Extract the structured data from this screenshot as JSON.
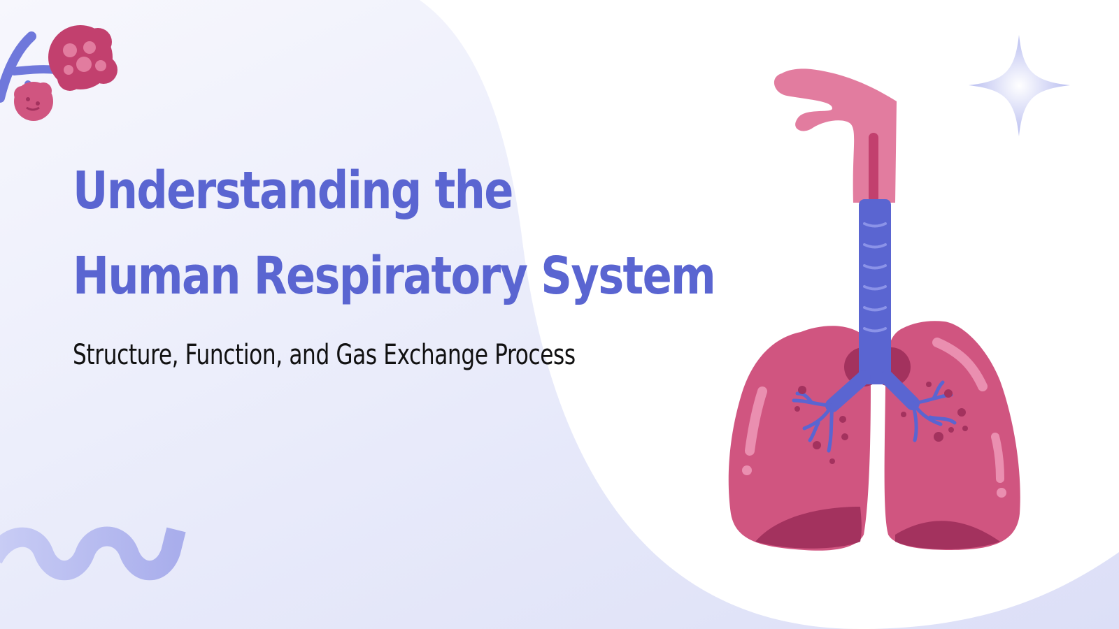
{
  "slide": {
    "title_line1": "Understanding the",
    "title_line2": "Human Respiratory System",
    "subtitle": "Structure, Function, and Gas Exchange Process"
  },
  "colors": {
    "title": "#5a65d1",
    "subtitle": "#111111",
    "lung": "#d05580",
    "lung_shadow": "#a3325e",
    "trachea": "#5a65d1",
    "larynx": "#e27c9f",
    "alveoli": "#c2406e",
    "squiggle": "#aeb3ee",
    "sparkle": "#c9ccf3"
  },
  "icons": {
    "illustration": "lungs-icon",
    "corner_decoration": "alveoli-icon",
    "sparkle": "sparkle-icon",
    "wave": "squiggle-decoration"
  }
}
